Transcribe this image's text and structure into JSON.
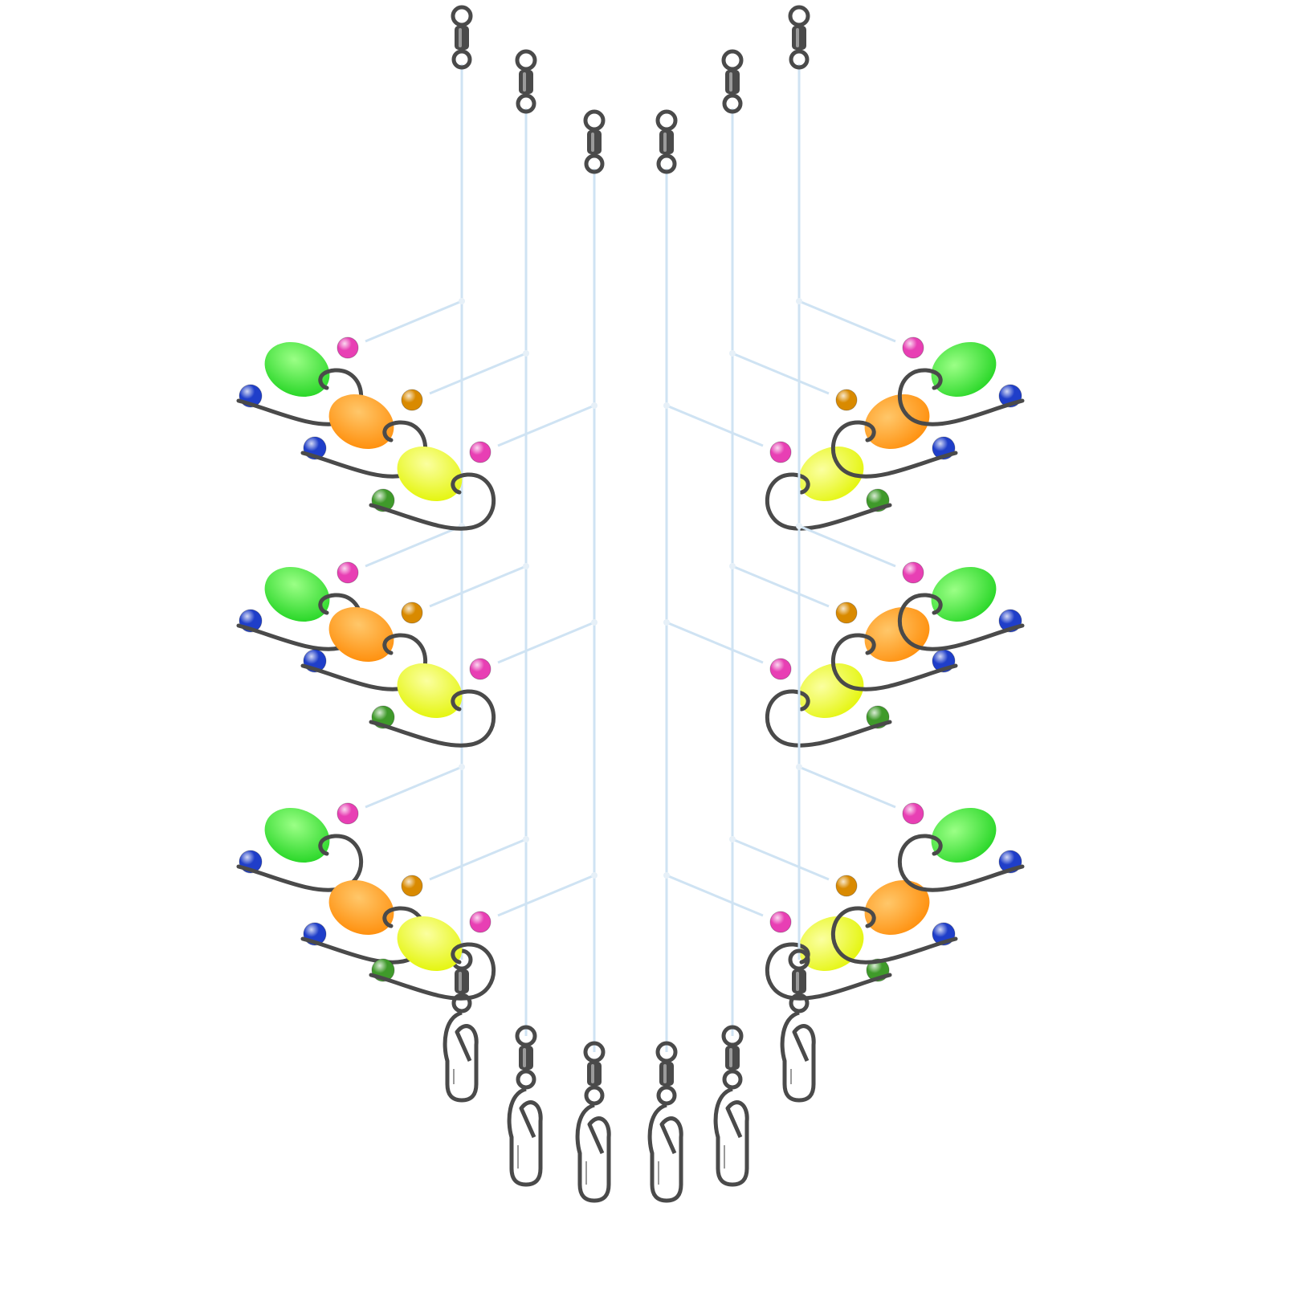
{
  "product": {
    "rig_count": 6,
    "hooks_per_rig": 3,
    "icons": [
      "swivel-icon",
      "snap-clip-icon",
      "circle-hook-icon",
      "float-bead-icon",
      "glass-bead-icon"
    ]
  },
  "colors": {
    "background": "#ffffff",
    "leader_line": "#cfe3f3",
    "metal": "#4a4a4a",
    "metal_highlight": "#9a9a9a",
    "float_green": "#3ff23a",
    "float_orange": "#ffa21f",
    "float_yellow": "#f3ff2e",
    "bead_pink": "#e83fb4",
    "bead_blue": "#1f3ec9",
    "bead_amber": "#d98a00",
    "bead_green": "#3f9a2a"
  },
  "rigs": [
    {
      "side": "left",
      "hooks": [
        "green",
        "green",
        "green"
      ]
    },
    {
      "side": "left",
      "hooks": [
        "orange",
        "orange",
        "orange"
      ]
    },
    {
      "side": "left",
      "hooks": [
        "yellow",
        "yellow",
        "yellow"
      ]
    },
    {
      "side": "right",
      "hooks": [
        "yellow",
        "yellow",
        "yellow"
      ]
    },
    {
      "side": "right",
      "hooks": [
        "orange",
        "orange",
        "orange"
      ]
    },
    {
      "side": "right",
      "hooks": [
        "green",
        "green",
        "green"
      ]
    }
  ]
}
